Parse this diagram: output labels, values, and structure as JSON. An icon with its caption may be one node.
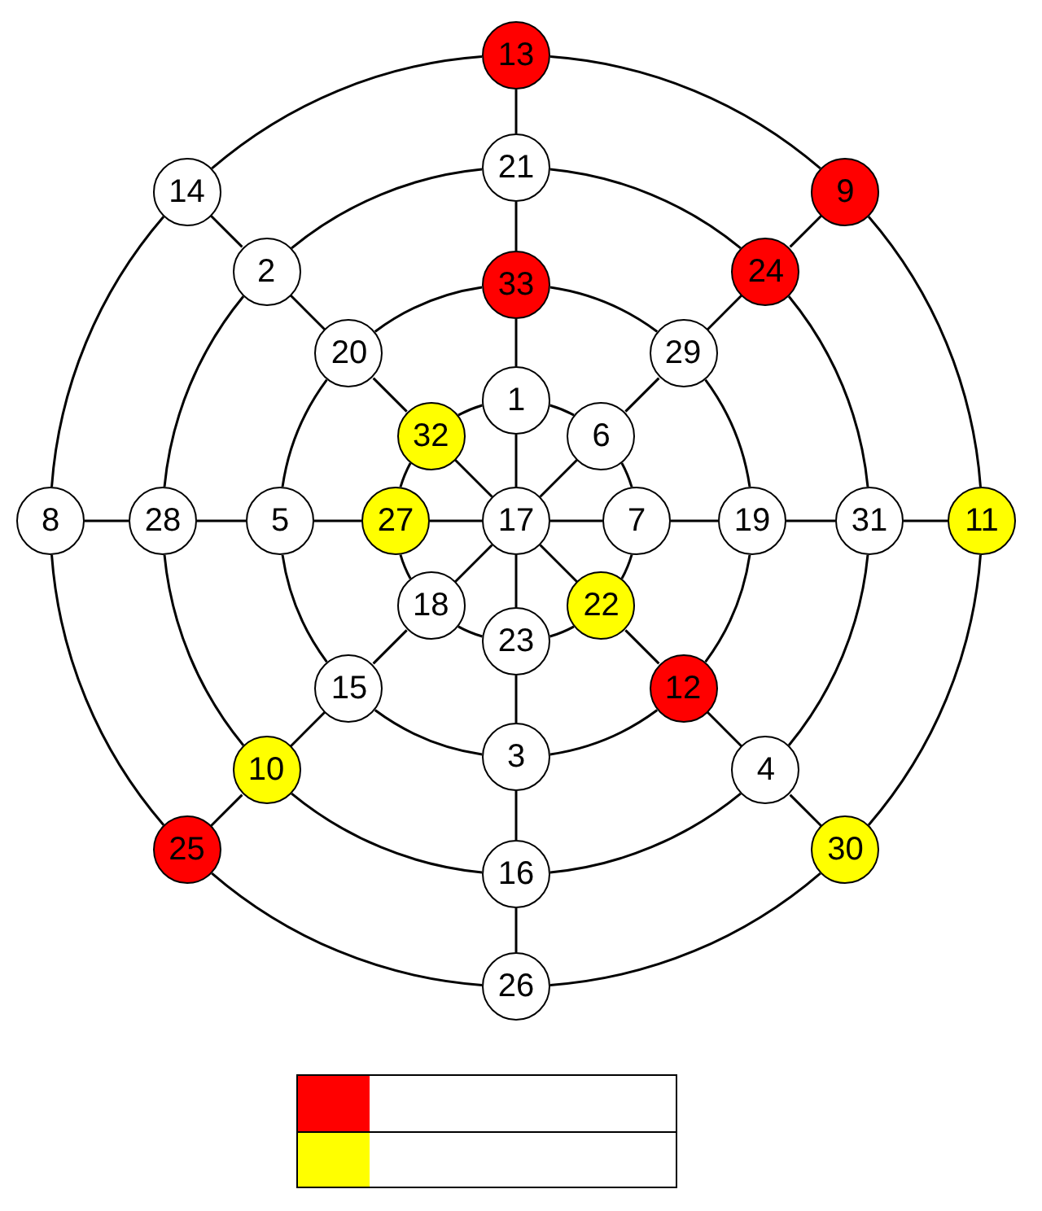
{
  "diagram": {
    "nodes": [
      {
        "text": [
          "13"
        ]
      },
      {
        "text": [
          "14"
        ]
      },
      {
        "text": [
          "9"
        ]
      },
      {
        "text": [
          "21"
        ]
      },
      {
        "text": [
          "2"
        ]
      },
      {
        "text": [
          "24"
        ]
      },
      {
        "text": [
          "33"
        ]
      },
      {
        "text": [
          "20"
        ]
      },
      {
        "text": [
          "29"
        ]
      },
      {
        "text": [
          "1"
        ]
      },
      {
        "text": [
          "32"
        ]
      },
      {
        "text": [
          "6"
        ]
      },
      {
        "text": [
          "8"
        ]
      },
      {
        "text": [
          "28"
        ]
      },
      {
        "text": [
          "5"
        ]
      },
      {
        "text": [
          "27"
        ]
      },
      {
        "text": [
          "17"
        ]
      },
      {
        "text": [
          "7"
        ]
      },
      {
        "text": [
          "19"
        ]
      },
      {
        "text": [
          "31"
        ]
      },
      {
        "text": [
          "11"
        ]
      },
      {
        "text": [
          "18"
        ]
      },
      {
        "text": [
          "22"
        ]
      },
      {
        "text": [
          "23"
        ]
      },
      {
        "text": [
          "15"
        ]
      },
      {
        "text": [
          "12"
        ]
      },
      {
        "text": [
          "10"
        ]
      },
      {
        "text": [
          "3"
        ]
      },
      {
        "text": [
          "4"
        ]
      },
      {
        "text": [
          "25"
        ]
      },
      {
        "text": [
          "30"
        ]
      },
      {
        "text": [
          "16"
        ]
      },
      {
        "text": [
          "26"
        ]
      }
    ],
    "edges": [
      {
        "from": 16,
        "to": 9,
        "arrow": "none"
      },
      {
        "from": 9,
        "to": 6,
        "arrow": "none"
      },
      {
        "from": 6,
        "to": 3,
        "arrow": "none"
      },
      {
        "from": 3,
        "to": 0,
        "arrow": "none"
      },
      {
        "from": 16,
        "to": 11,
        "arrow": "none"
      },
      {
        "from": 11,
        "to": 8,
        "arrow": "none"
      },
      {
        "from": 8,
        "to": 5,
        "arrow": "none"
      },
      {
        "from": 5,
        "to": 2,
        "arrow": "none"
      },
      {
        "from": 16,
        "to": 17,
        "arrow": "none"
      },
      {
        "from": 17,
        "to": 18,
        "arrow": "none"
      },
      {
        "from": 18,
        "to": 19,
        "arrow": "none"
      },
      {
        "from": 19,
        "to": 20,
        "arrow": "none"
      },
      {
        "from": 16,
        "to": 22,
        "arrow": "none"
      },
      {
        "from": 22,
        "to": 25,
        "arrow": "none"
      },
      {
        "from": 25,
        "to": 28,
        "arrow": "none"
      },
      {
        "from": 28,
        "to": 30,
        "arrow": "none"
      },
      {
        "from": 16,
        "to": 23,
        "arrow": "none"
      },
      {
        "from": 23,
        "to": 27,
        "arrow": "none"
      },
      {
        "from": 27,
        "to": 31,
        "arrow": "none"
      },
      {
        "from": 31,
        "to": 32,
        "arrow": "none"
      },
      {
        "from": 16,
        "to": 21,
        "arrow": "none"
      },
      {
        "from": 21,
        "to": 24,
        "arrow": "none"
      },
      {
        "from": 24,
        "to": 26,
        "arrow": "none"
      },
      {
        "from": 26,
        "to": 29,
        "arrow": "none"
      },
      {
        "from": 16,
        "to": 15,
        "arrow": "none"
      },
      {
        "from": 15,
        "to": 14,
        "arrow": "none"
      },
      {
        "from": 14,
        "to": 13,
        "arrow": "none"
      },
      {
        "from": 13,
        "to": 12,
        "arrow": "none"
      },
      {
        "from": 16,
        "to": 10,
        "arrow": "none"
      },
      {
        "from": 10,
        "to": 7,
        "arrow": "none"
      },
      {
        "from": 7,
        "to": 4,
        "arrow": "none"
      },
      {
        "from": 4,
        "to": 1,
        "arrow": "none"
      },
      {
        "from": 9,
        "to": 11,
        "arrow": "none"
      },
      {
        "from": 11,
        "to": 17,
        "arrow": "none"
      },
      {
        "from": 17,
        "to": 22,
        "arrow": "none"
      },
      {
        "from": 22,
        "to": 23,
        "arrow": "none"
      },
      {
        "from": 23,
        "to": 21,
        "arrow": "none"
      },
      {
        "from": 21,
        "to": 15,
        "arrow": "none"
      },
      {
        "from": 15,
        "to": 10,
        "arrow": "none"
      },
      {
        "from": 10,
        "to": 9,
        "arrow": "none"
      },
      {
        "from": 6,
        "to": 8,
        "arrow": "none"
      },
      {
        "from": 8,
        "to": 18,
        "arrow": "none"
      },
      {
        "from": 18,
        "to": 25,
        "arrow": "none"
      },
      {
        "from": 25,
        "to": 27,
        "arrow": "none"
      },
      {
        "from": 27,
        "to": 24,
        "arrow": "none"
      },
      {
        "from": 24,
        "to": 14,
        "arrow": "none"
      },
      {
        "from": 14,
        "to": 7,
        "arrow": "none"
      },
      {
        "from": 7,
        "to": 6,
        "arrow": "none"
      },
      {
        "from": 3,
        "to": 5,
        "arrow": "none"
      },
      {
        "from": 5,
        "to": 19,
        "arrow": "none"
      },
      {
        "from": 19,
        "to": 28,
        "arrow": "none"
      },
      {
        "from": 28,
        "to": 31,
        "arrow": "none"
      },
      {
        "from": 31,
        "to": 26,
        "arrow": "none"
      },
      {
        "from": 26,
        "to": 13,
        "arrow": "none"
      },
      {
        "from": 13,
        "to": 4,
        "arrow": "none"
      },
      {
        "from": 4,
        "to": 3,
        "arrow": "none"
      },
      {
        "from": 0,
        "to": 2,
        "arrow": "none"
      },
      {
        "from": 2,
        "to": 20,
        "arrow": "none"
      },
      {
        "from": 20,
        "to": 30,
        "arrow": "none"
      },
      {
        "from": 30,
        "to": 32,
        "arrow": "none"
      },
      {
        "from": 32,
        "to": 29,
        "arrow": "none"
      },
      {
        "from": 29,
        "to": 12,
        "arrow": "none"
      },
      {
        "from": 12,
        "to": 1,
        "arrow": "none"
      },
      {
        "from": 1,
        "to": 0,
        "arrow": "none"
      }
    ]
  }
}
